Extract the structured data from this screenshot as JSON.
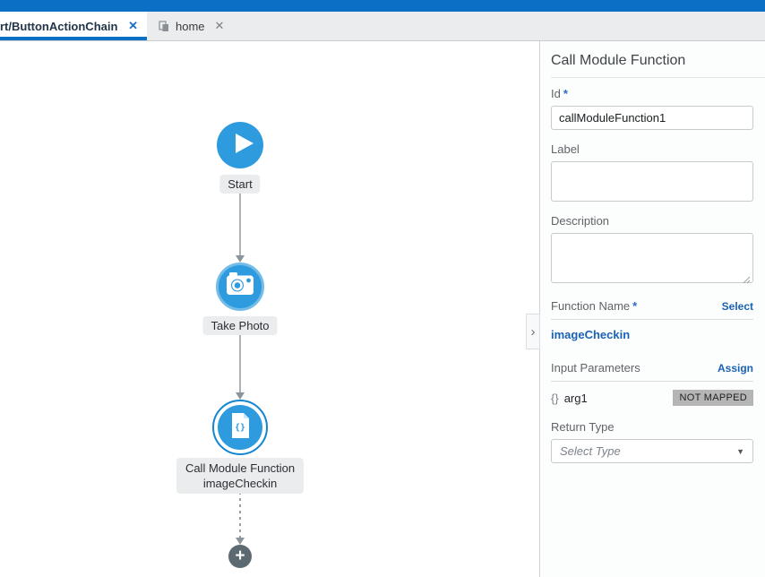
{
  "icons": {
    "close": "✕",
    "chevron_right": "›",
    "dropdown_caret": "▼",
    "plus": "+",
    "required": "*",
    "braces": "{}"
  },
  "tabs": {
    "action_chain": {
      "label": "rt/ButtonActionChain"
    },
    "home": {
      "label": "home"
    }
  },
  "canvas": {
    "start": {
      "label": "Start"
    },
    "take_photo": {
      "label": "Take Photo"
    },
    "call_module_function": {
      "label": "Call Module Function",
      "sublabel": "imageCheckin"
    }
  },
  "panel": {
    "title": "Call Module Function",
    "id_field": {
      "label": "Id",
      "value": "callModuleFunction1"
    },
    "label_field": {
      "label": "Label",
      "value": ""
    },
    "description_field": {
      "label": "Description",
      "value": ""
    },
    "function_name": {
      "label": "Function Name",
      "action": "Select",
      "value": "imageCheckin"
    },
    "input_parameters": {
      "label": "Input Parameters",
      "action": "Assign",
      "param_name": "arg1",
      "param_status": "NOT MAPPED"
    },
    "return_type": {
      "label": "Return Type",
      "placeholder": "Select Type"
    }
  },
  "colors": {
    "accent_blue": "#0a6fc5",
    "node_blue": "#2e9bdf",
    "link_blue": "#1a62b4"
  }
}
